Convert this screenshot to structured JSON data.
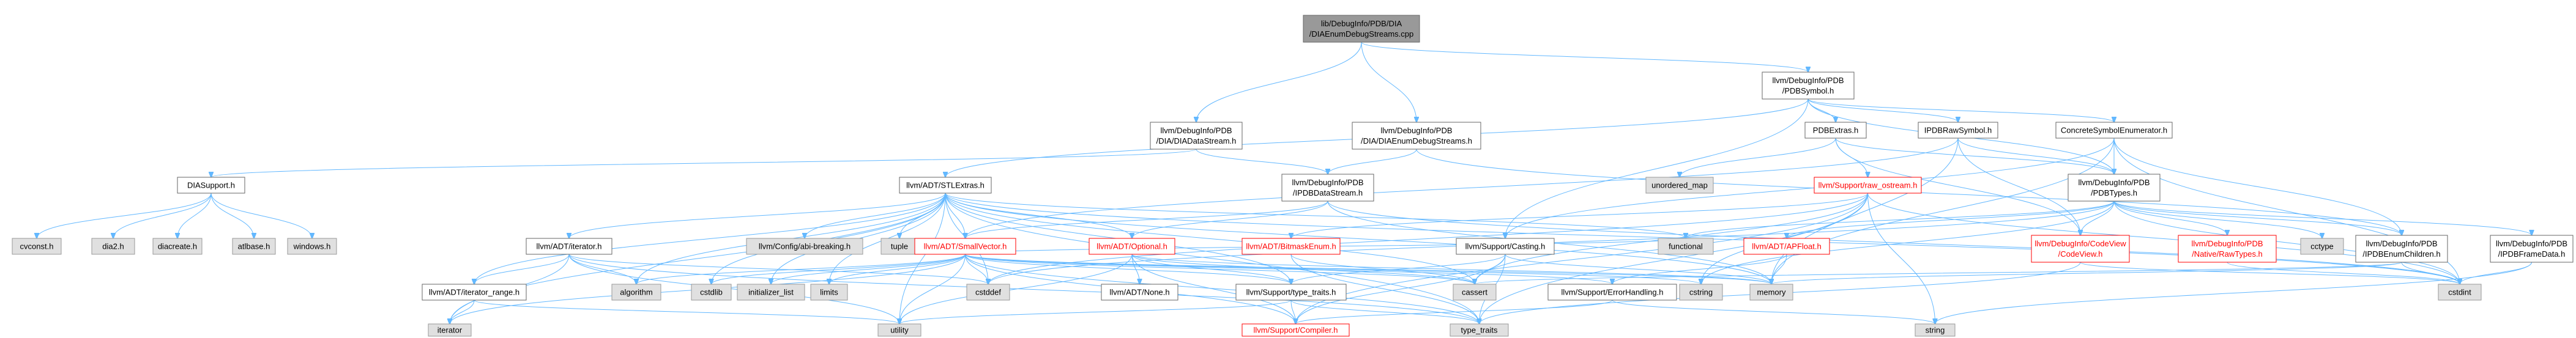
{
  "graph": {
    "colors": {
      "root_fill": "#999999",
      "node_fill": "#ffffff",
      "node_stroke": "#666666",
      "ext_fill": "#e0e0e0",
      "ext_stroke": "#999999",
      "red_text": "#ff0000",
      "text": "#000000",
      "edge": "#63b8ff"
    },
    "nodes": [
      {
        "id": "root",
        "lines": [
          "lib/DebugInfo/PDB/DIA",
          "/DIAEnumDebugStreams.cpp"
        ],
        "style": "root"
      },
      {
        "id": "pdbsymbol",
        "lines": [
          "llvm/DebugInfo/PDB",
          "/PDBSymbol.h"
        ],
        "style": "normal"
      },
      {
        "id": "diadatastream",
        "lines": [
          "llvm/DebugInfo/PDB",
          "/DIA/DIADataStream.h"
        ],
        "style": "normal"
      },
      {
        "id": "diaenumdebugstreams",
        "lines": [
          "llvm/DebugInfo/PDB",
          "/DIA/DIAEnumDebugStreams.h"
        ],
        "style": "normal"
      },
      {
        "id": "pdbextras",
        "lines": [
          "PDBExtras.h"
        ],
        "style": "normal"
      },
      {
        "id": "pdbrawsymbol",
        "lines": [
          "IPDBRawSymbol.h"
        ],
        "style": "normal"
      },
      {
        "id": "concretesymbolenumerator",
        "lines": [
          "ConcreteSymbolEnumerator.h"
        ],
        "style": "normal"
      },
      {
        "id": "diasupport",
        "lines": [
          "DIASupport.h"
        ],
        "style": "normal"
      },
      {
        "id": "stlextras",
        "lines": [
          "llvm/ADT/STLExtras.h"
        ],
        "style": "normal"
      },
      {
        "id": "ipdbdatastream",
        "lines": [
          "llvm/DebugInfo/PDB",
          "/IPDBDataStream.h"
        ],
        "style": "normal"
      },
      {
        "id": "unordered_map",
        "lines": [
          "unordered_map"
        ],
        "style": "ext"
      },
      {
        "id": "raw_ostream",
        "lines": [
          "llvm/Support/raw_ostream.h"
        ],
        "style": "red"
      },
      {
        "id": "pdbtypes",
        "lines": [
          "llvm/DebugInfo/PDB",
          "/PDBTypes.h"
        ],
        "style": "normal"
      },
      {
        "id": "cvconst",
        "lines": [
          "cvconst.h"
        ],
        "style": "ext"
      },
      {
        "id": "dia2",
        "lines": [
          "dia2.h"
        ],
        "style": "ext"
      },
      {
        "id": "diacreate",
        "lines": [
          "diacreate.h"
        ],
        "style": "ext"
      },
      {
        "id": "atlbase",
        "lines": [
          "atlbase.h"
        ],
        "style": "ext"
      },
      {
        "id": "windows",
        "lines": [
          "windows.h"
        ],
        "style": "ext"
      },
      {
        "id": "iterator_h",
        "lines": [
          "llvm/ADT/iterator.h"
        ],
        "style": "normal"
      },
      {
        "id": "config_abi",
        "lines": [
          "llvm/Config/abi-breaking.h"
        ],
        "style": "ext"
      },
      {
        "id": "tuple",
        "lines": [
          "tuple"
        ],
        "style": "ext"
      },
      {
        "id": "smallvector",
        "lines": [
          "llvm/ADT/SmallVector.h"
        ],
        "style": "red"
      },
      {
        "id": "optional",
        "lines": [
          "llvm/ADT/Optional.h"
        ],
        "style": "red"
      },
      {
        "id": "bitmaskenum",
        "lines": [
          "llvm/ADT/BitmaskEnum.h"
        ],
        "style": "red"
      },
      {
        "id": "casting",
        "lines": [
          "llvm/Support/Casting.h"
        ],
        "style": "normal"
      },
      {
        "id": "functional",
        "lines": [
          "functional"
        ],
        "style": "ext"
      },
      {
        "id": "apfloat",
        "lines": [
          "llvm/ADT/APFloat.h"
        ],
        "style": "red"
      },
      {
        "id": "codeview",
        "lines": [
          "llvm/DebugInfo/CodeView",
          "/CodeView.h"
        ],
        "style": "red"
      },
      {
        "id": "rawtypes",
        "lines": [
          "llvm/DebugInfo/PDB",
          "/Native/RawTypes.h"
        ],
        "style": "red"
      },
      {
        "id": "cctype",
        "lines": [
          "cctype"
        ],
        "style": "ext"
      },
      {
        "id": "ipdbenumchildren",
        "lines": [
          "llvm/DebugInfo/PDB",
          "/IPDBEnumChildren.h"
        ],
        "style": "normal"
      },
      {
        "id": "ipdbframedata",
        "lines": [
          "llvm/DebugInfo/PDB",
          "/IPDBFrameData.h"
        ],
        "style": "normal"
      },
      {
        "id": "iterator_range",
        "lines": [
          "llvm/ADT/iterator_range.h"
        ],
        "style": "normal"
      },
      {
        "id": "algorithm",
        "lines": [
          "algorithm"
        ],
        "style": "ext"
      },
      {
        "id": "cstdlib",
        "lines": [
          "cstdlib"
        ],
        "style": "ext"
      },
      {
        "id": "initializer_list",
        "lines": [
          "initializer_list"
        ],
        "style": "ext"
      },
      {
        "id": "limits",
        "lines": [
          "limits"
        ],
        "style": "ext"
      },
      {
        "id": "cstddef",
        "lines": [
          "cstddef"
        ],
        "style": "ext"
      },
      {
        "id": "none",
        "lines": [
          "llvm/ADT/None.h"
        ],
        "style": "normal"
      },
      {
        "id": "cassert",
        "lines": [
          "cassert"
        ],
        "style": "ext"
      },
      {
        "id": "type_traits_llvm",
        "lines": [
          "llvm/Support/type_traits.h"
        ],
        "style": "normal"
      },
      {
        "id": "cstring",
        "lines": [
          "cstring"
        ],
        "style": "ext"
      },
      {
        "id": "errorhandling",
        "lines": [
          "llvm/Support/ErrorHandling.h"
        ],
        "style": "normal"
      },
      {
        "id": "memory",
        "lines": [
          "memory"
        ],
        "style": "ext"
      },
      {
        "id": "cstdint",
        "lines": [
          "cstdint"
        ],
        "style": "ext"
      },
      {
        "id": "iterator",
        "lines": [
          "iterator"
        ],
        "style": "ext"
      },
      {
        "id": "utility",
        "lines": [
          "utility"
        ],
        "style": "ext"
      },
      {
        "id": "compiler",
        "lines": [
          "llvm/Support/Compiler.h"
        ],
        "style": "red"
      },
      {
        "id": "type_traits",
        "lines": [
          "type_traits"
        ],
        "style": "ext"
      },
      {
        "id": "string",
        "lines": [
          "string"
        ],
        "style": "ext"
      }
    ],
    "edges": [
      [
        "root",
        "diadatastream"
      ],
      [
        "root",
        "diaenumdebugstreams"
      ],
      [
        "root",
        "pdbsymbol"
      ],
      [
        "diadatastream",
        "diasupport"
      ],
      [
        "diadatastream",
        "ipdbdatastream"
      ],
      [
        "diaenumdebugstreams",
        "ipdbdatastream"
      ],
      [
        "diaenumdebugstreams",
        "ipdbenumchildren"
      ],
      [
        "pdbsymbol",
        "pdbextras"
      ],
      [
        "pdbsymbol",
        "pdbrawsymbol"
      ],
      [
        "pdbsymbol",
        "concretesymbolenumerator"
      ],
      [
        "pdbsymbol",
        "pdbtypes"
      ],
      [
        "pdbsymbol",
        "casting"
      ],
      [
        "pdbsymbol",
        "stlextras"
      ],
      [
        "pdbextras",
        "unordered_map"
      ],
      [
        "pdbextras",
        "raw_ostream"
      ],
      [
        "pdbextras",
        "pdbtypes"
      ],
      [
        "pdbextras",
        "codeview"
      ],
      [
        "pdbrawsymbol",
        "pdbtypes"
      ],
      [
        "pdbrawsymbol",
        "codeview"
      ],
      [
        "pdbrawsymbol",
        "memory"
      ],
      [
        "pdbrawsymbol",
        "smallvector"
      ],
      [
        "concretesymbolenumerator",
        "ipdbenumchildren"
      ],
      [
        "concretesymbolenumerator",
        "pdbtypes"
      ],
      [
        "concretesymbolenumerator",
        "casting"
      ],
      [
        "concretesymbolenumerator",
        "memory"
      ],
      [
        "concretesymbolenumerator",
        "cstdint"
      ],
      [
        "diasupport",
        "cvconst"
      ],
      [
        "diasupport",
        "dia2"
      ],
      [
        "diasupport",
        "diacreate"
      ],
      [
        "diasupport",
        "atlbase"
      ],
      [
        "diasupport",
        "windows"
      ],
      [
        "ipdbdatastream",
        "smallvector"
      ],
      [
        "ipdbdatastream",
        "optional"
      ],
      [
        "ipdbdatastream",
        "cstdint"
      ],
      [
        "ipdbdatastream",
        "memory"
      ],
      [
        "stlextras",
        "iterator_h"
      ],
      [
        "stlextras",
        "config_abi"
      ],
      [
        "stlextras",
        "tuple"
      ],
      [
        "stlextras",
        "smallvector"
      ],
      [
        "stlextras",
        "optional"
      ],
      [
        "stlextras",
        "iterator_range"
      ],
      [
        "stlextras",
        "algorithm"
      ],
      [
        "stlextras",
        "cassert"
      ],
      [
        "stlextras",
        "cstddef"
      ],
      [
        "stlextras",
        "cstdint"
      ],
      [
        "stlextras",
        "cstdlib"
      ],
      [
        "stlextras",
        "functional"
      ],
      [
        "stlextras",
        "initializer_list"
      ],
      [
        "stlextras",
        "iterator"
      ],
      [
        "stlextras",
        "limits"
      ],
      [
        "stlextras",
        "memory"
      ],
      [
        "stlextras",
        "type_traits"
      ],
      [
        "stlextras",
        "utility"
      ],
      [
        "stlextras",
        "type_traits_llvm"
      ],
      [
        "raw_ostream",
        "bitmaskenum"
      ],
      [
        "raw_ostream",
        "cassert"
      ],
      [
        "raw_ostream",
        "cstddef"
      ],
      [
        "raw_ostream",
        "cstdint"
      ],
      [
        "raw_ostream",
        "cstring"
      ],
      [
        "raw_ostream",
        "string"
      ],
      [
        "raw_ostream",
        "type_traits"
      ],
      [
        "raw_ostream",
        "compiler"
      ],
      [
        "pdbtypes",
        "apfloat"
      ],
      [
        "pdbtypes",
        "codeview"
      ],
      [
        "pdbtypes",
        "rawtypes"
      ],
      [
        "pdbtypes",
        "ipdbenumchildren"
      ],
      [
        "pdbtypes",
        "ipdbframedata"
      ],
      [
        "pdbtypes",
        "cctype"
      ],
      [
        "pdbtypes",
        "cstddef"
      ],
      [
        "pdbtypes",
        "cstdint"
      ],
      [
        "pdbtypes",
        "cstring"
      ],
      [
        "pdbtypes",
        "functional"
      ],
      [
        "iterator_h",
        "iterator_range"
      ],
      [
        "iterator_h",
        "algorithm"
      ],
      [
        "iterator_h",
        "cstddef"
      ],
      [
        "iterator_h",
        "iterator"
      ],
      [
        "iterator_h",
        "type_traits"
      ],
      [
        "iterator_h",
        "utility"
      ],
      [
        "smallvector",
        "compiler"
      ],
      [
        "smallvector",
        "type_traits_llvm"
      ],
      [
        "smallvector",
        "algorithm"
      ],
      [
        "smallvector",
        "cassert"
      ],
      [
        "smallvector",
        "cstddef"
      ],
      [
        "smallvector",
        "cstdlib"
      ],
      [
        "smallvector",
        "cstring"
      ],
      [
        "smallvector",
        "functional"
      ],
      [
        "smallvector",
        "initializer_list"
      ],
      [
        "smallvector",
        "iterator"
      ],
      [
        "smallvector",
        "limits"
      ],
      [
        "smallvector",
        "memory"
      ],
      [
        "smallvector",
        "new"
      ],
      [
        "smallvector",
        "type_traits"
      ],
      [
        "smallvector",
        "utility"
      ],
      [
        "smallvector",
        "errorhandling"
      ],
      [
        "optional",
        "none"
      ],
      [
        "optional",
        "compiler"
      ],
      [
        "optional",
        "type_traits_llvm"
      ],
      [
        "optional",
        "cassert"
      ],
      [
        "optional",
        "memory"
      ],
      [
        "optional",
        "new"
      ],
      [
        "optional",
        "utility"
      ],
      [
        "bitmaskenum",
        "cassert"
      ],
      [
        "bitmaskenum",
        "type_traits"
      ],
      [
        "casting",
        "type_traits_llvm"
      ],
      [
        "casting",
        "compiler"
      ],
      [
        "casting",
        "cassert"
      ],
      [
        "casting",
        "memory"
      ],
      [
        "casting",
        "type_traits"
      ],
      [
        "apfloat",
        "memory"
      ],
      [
        "apfloat",
        "errorhandling"
      ],
      [
        "codeview",
        "cstdint"
      ],
      [
        "codeview",
        "type_traits"
      ],
      [
        "rawtypes",
        "cstdint"
      ],
      [
        "ipdbenumchildren",
        "cassert"
      ],
      [
        "ipdbenumchildren",
        "cstdint"
      ],
      [
        "ipdbenumchildren",
        "memory"
      ],
      [
        "ipdbframedata",
        "cstdint"
      ],
      [
        "ipdbframedata",
        "string"
      ],
      [
        "iterator_range",
        "iterator"
      ],
      [
        "iterator_range",
        "utility"
      ],
      [
        "type_traits_llvm",
        "compiler"
      ],
      [
        "type_traits_llvm",
        "type_traits"
      ],
      [
        "type_traits_llvm",
        "utility"
      ],
      [
        "errorhandling",
        "compiler"
      ],
      [
        "errorhandling",
        "string"
      ]
    ]
  }
}
